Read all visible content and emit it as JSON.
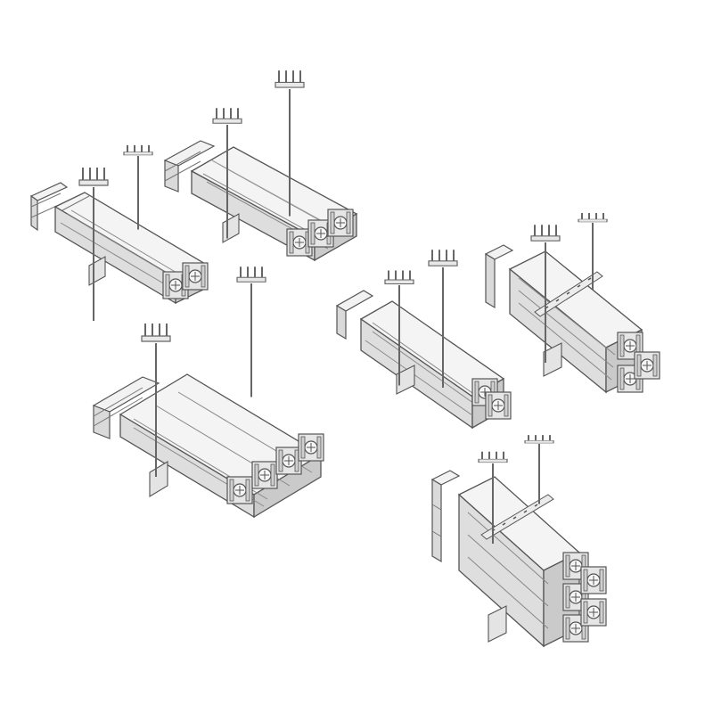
{
  "colors": {
    "background": "#ffffff",
    "stroke": "#555555",
    "face_light": "#f3f3f3",
    "face_mid": "#e2e2e2",
    "face_dark": "#c9c9c9",
    "slot": "#bdbdbd"
  },
  "units": [
    {
      "name": "busway-unit-single-horizontal",
      "orientation": "horizontal",
      "phase_modules": 1
    },
    {
      "name": "busway-unit-double-horizontal",
      "orientation": "horizontal",
      "phase_modules": 2
    },
    {
      "name": "busway-unit-triple-horizontal",
      "orientation": "horizontal",
      "phase_modules": 3
    },
    {
      "name": "busway-unit-single-vertical",
      "orientation": "vertical",
      "phase_modules": 1
    },
    {
      "name": "busway-unit-double-vertical",
      "orientation": "vertical",
      "phase_modules": 2
    },
    {
      "name": "busway-unit-triple-vertical",
      "orientation": "vertical",
      "phase_modules": 3
    }
  ]
}
